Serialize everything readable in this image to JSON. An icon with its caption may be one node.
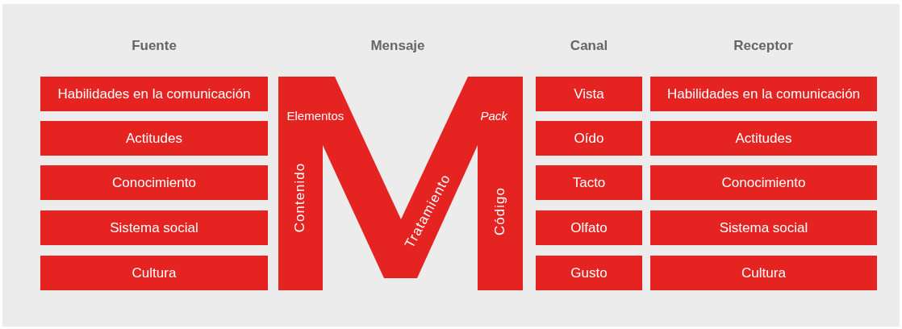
{
  "diagram": {
    "nodes": [
      {
        "text": [
          "Habilidades en la comunicación"
        ]
      },
      {
        "text": [
          "Actitudes"
        ]
      },
      {
        "text": [
          "Conocimiento"
        ]
      },
      {
        "text": [
          "Sistema social"
        ]
      },
      {
        "text": [
          "Cultura"
        ]
      },
      {
        "text": [
          "Elementos",
          "Pack",
          "Contenido",
          "Tratamiento",
          "Código"
        ]
      },
      {
        "text": [
          "Vista"
        ]
      },
      {
        "text": [
          "Oído"
        ]
      },
      {
        "text": [
          "Tacto"
        ]
      },
      {
        "text": [
          "Olfato"
        ]
      },
      {
        "text": [
          "Gusto"
        ]
      },
      {
        "text": [
          "Habilidades en la comunicación"
        ]
      },
      {
        "text": [
          "Actitudes"
        ]
      },
      {
        "text": [
          "Conocimiento"
        ]
      },
      {
        "text": [
          "Sistema social"
        ]
      },
      {
        "text": [
          "Cultura"
        ]
      }
    ],
    "edges": [],
    "labels": [
      "Fuente",
      "Mensaje",
      "Canal",
      "Receptor"
    ]
  }
}
